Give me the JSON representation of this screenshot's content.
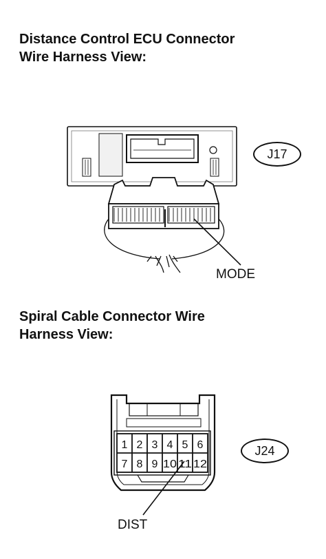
{
  "ecu_connector": {
    "heading_line1": "Distance Control ECU Connector",
    "heading_line2": "Wire Harness View:",
    "code": "J17",
    "pin_label": "MODE"
  },
  "spiral_connector": {
    "heading_line1": "Spiral Cable Connector Wire",
    "heading_line2": "Harness View:",
    "code": "J24",
    "pin_label": "DIST",
    "pins_top": [
      "1",
      "2",
      "3",
      "4",
      "5",
      "6"
    ],
    "pins_bottom": [
      "7",
      "8",
      "9",
      "10",
      "11",
      "12"
    ]
  }
}
